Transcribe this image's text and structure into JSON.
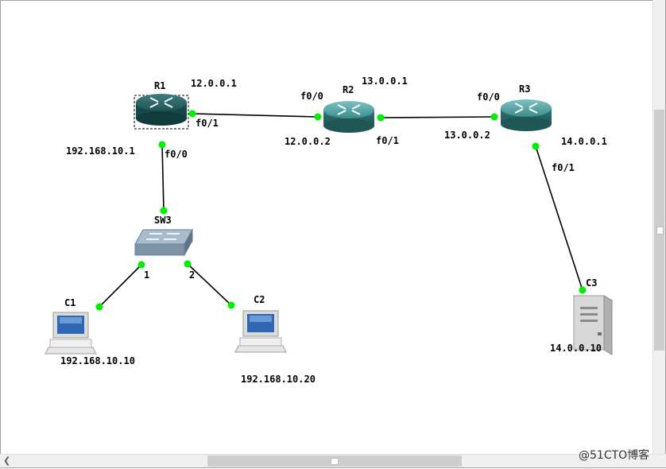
{
  "devices": {
    "r1": {
      "name": "R1"
    },
    "r2": {
      "name": "R2"
    },
    "r3": {
      "name": "R3"
    },
    "sw": {
      "name": "SW3"
    },
    "c1": {
      "name": "C1"
    },
    "c2": {
      "name": "C2"
    },
    "c3": {
      "name": "C3"
    }
  },
  "labels": {
    "r1_f01_ip": "12.0.0.1",
    "r1_f01": "f0/1",
    "r1_f00": "f0/0",
    "r1_f00_ip": "192.168.10.1",
    "r2_f00": "f0/0",
    "r2_f00_ip": "12.0.0.2",
    "r2_f01": "f0/1",
    "r2_f01_ip": "13.0.0.1",
    "r3_f00": "f0/0",
    "r3_f00_ip": "13.0.0.2",
    "r3_f01": "f0/1",
    "r3_f01_ip": "14.0.0.1",
    "sw_p1": "1",
    "sw_p2": "2",
    "c1_ip": "192.168.10.10",
    "c2_ip": "192.168.10.20",
    "c3_ip": "14.0.0.10"
  },
  "watermark": "@51CTO博客",
  "colors": {
    "router": "#3f8f8f",
    "router_selected": "#1f5f5f",
    "port": "#00ee00",
    "switch": "#8aa0b8"
  }
}
